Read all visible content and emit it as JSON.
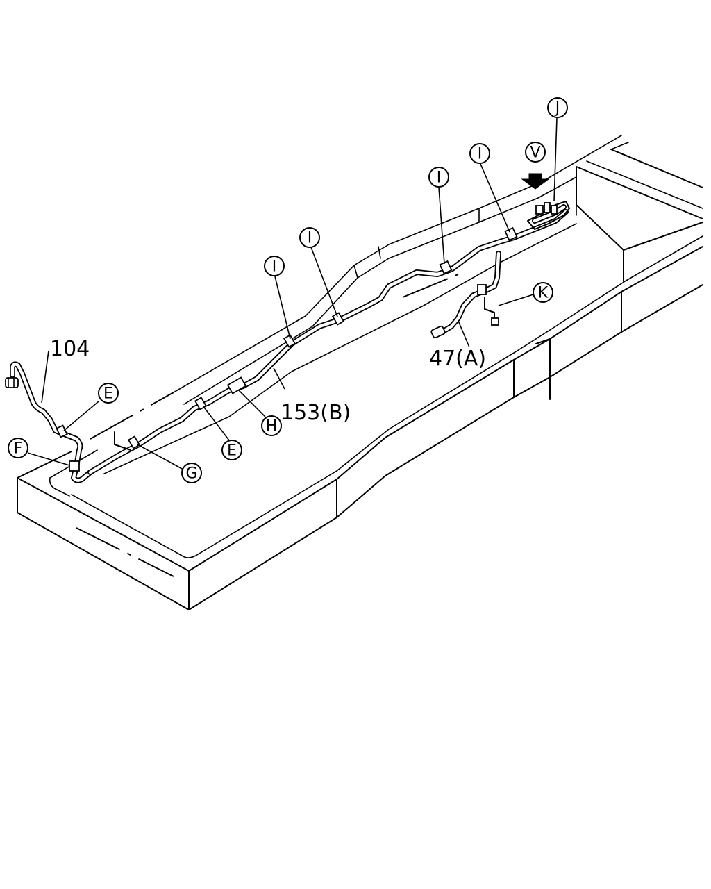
{
  "diagram": {
    "part_numbers": {
      "p104": "104",
      "p153": "153(B)",
      "p47": "47(A)"
    },
    "callouts": {
      "e1": "E",
      "e2": "E",
      "f": "F",
      "g": "G",
      "h": "H",
      "i1": "I",
      "i2": "I",
      "i3": "I",
      "i4": "I",
      "j": "J",
      "k": "K",
      "v": "V"
    }
  }
}
